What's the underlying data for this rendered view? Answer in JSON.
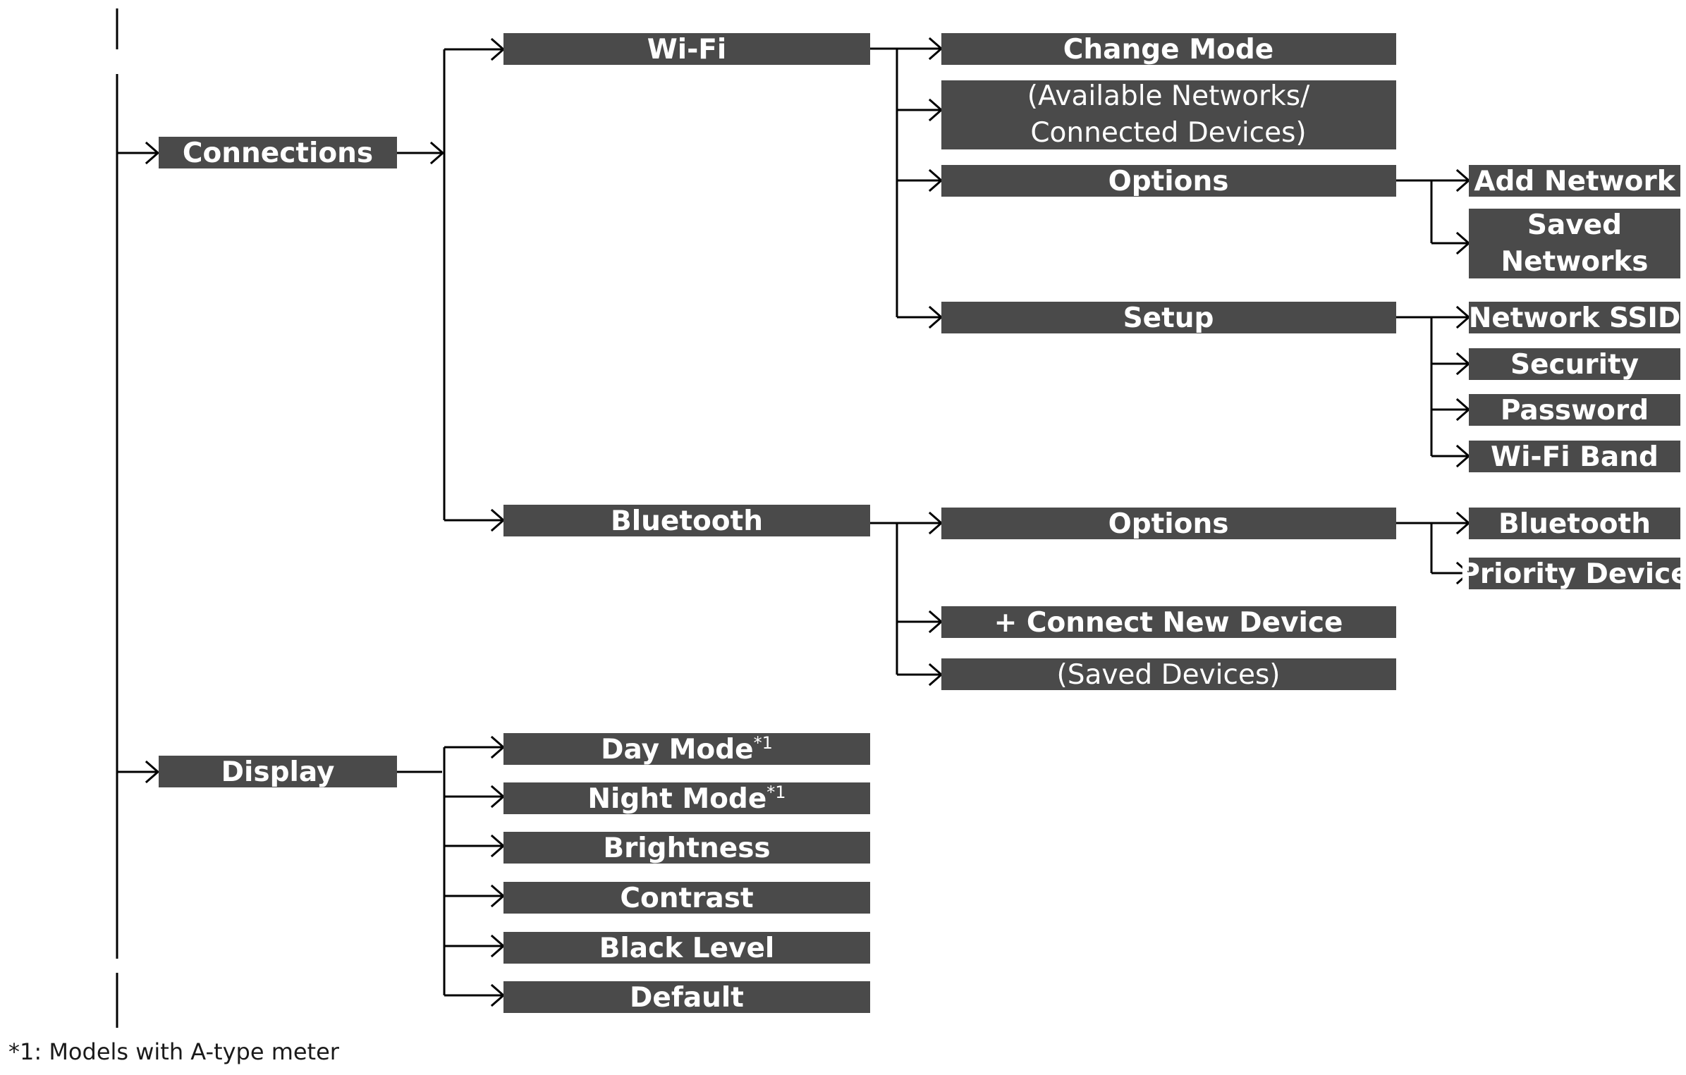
{
  "nodes": {
    "connections": "Connections",
    "display": "Display",
    "wifi": "Wi-Fi",
    "bluetooth": "Bluetooth",
    "change_mode": "Change Mode",
    "available_networks_1": "(Available Networks/",
    "available_networks_2": "Connected Devices)",
    "wifi_options": "Options",
    "setup": "Setup",
    "add_network": "Add Network",
    "saved_networks_1": "Saved",
    "saved_networks_2": "Networks",
    "network_ssid": "Network SSID",
    "security": "Security",
    "password": "Password",
    "wifi_band": "Wi-Fi Band",
    "bt_options": "Options",
    "connect_new_device": "+ Connect New Device",
    "saved_devices": "(Saved Devices)",
    "bt_bluetooth": "Bluetooth",
    "priority_device": "Priority Device",
    "day_mode": "Day Mode",
    "night_mode": "Night Mode",
    "brightness": "Brightness",
    "contrast": "Contrast",
    "black_level": "Black Level",
    "default": "Default",
    "footnote_marker": "*1"
  },
  "footnote": "*1: Models with A-type meter",
  "colors": {
    "box_fill": "#4a4a4a",
    "box_text": "#ffffff",
    "line": "#000000"
  }
}
